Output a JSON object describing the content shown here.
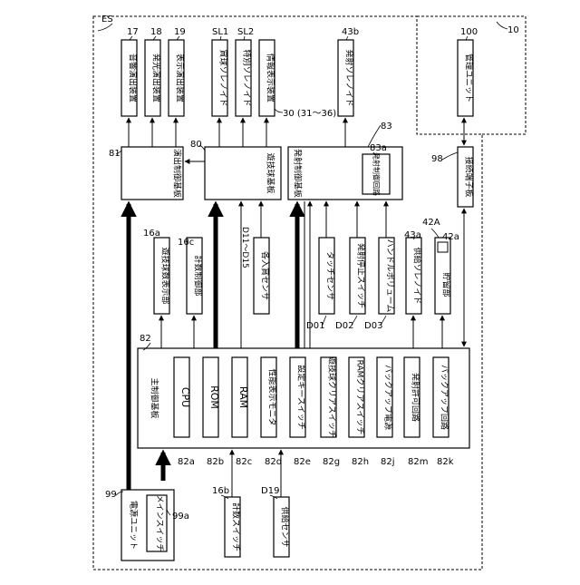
{
  "labels": {
    "es": "ES",
    "ref_10": "10",
    "ref_17": "17",
    "ref_18": "18",
    "ref_19": "19",
    "ref_sl1": "SL1",
    "ref_sl2": "SL2",
    "ref_43b": "43b",
    "ref_100": "100",
    "ref_30": "30 (31～36)",
    "ref_81": "81",
    "ref_80": "80",
    "ref_83": "83",
    "ref_83a": "83a",
    "ref_98": "98",
    "ref_16a": "16a",
    "ref_16c": "16c",
    "ref_d11": "D11～D15",
    "ref_43a": "43a",
    "ref_42A": "42A",
    "ref_42a": "42a",
    "ref_d01": "D01",
    "ref_d02": "D02",
    "ref_d03": "D03",
    "ref_82": "82",
    "ref_99": "99",
    "ref_99a": "99a",
    "ref_16b": "16b",
    "ref_d19": "D19",
    "ref_82a": "82a",
    "ref_82b": "82b",
    "ref_82c": "82c",
    "ref_82d": "82d",
    "ref_82e": "82e",
    "ref_82g": "82g",
    "ref_82h": "82h",
    "ref_82j": "82j",
    "ref_82m": "82m",
    "ref_82k": "82k"
  },
  "boxes": {
    "sound": "音響演出装置",
    "light": "発光演出装置",
    "display": "表示演出装置",
    "sl_sol": "賞球ソレノイド",
    "close_sol": "特別ソレノイド",
    "info": "情報表示装置",
    "fire_sol": "発射ソレノイド",
    "mgmt": "管理ユニット",
    "perf_board": "演出制御基板",
    "prize_board": "遊技球基板",
    "fire_board": "発射制御基板",
    "fire_circuit": "発射制御回路",
    "term_board": "接続端子板",
    "ball_disp": "遊技球数表示部",
    "count_ctrl": "計数制御部",
    "entry_sensor": "各入賞センサ",
    "touch": "タッチセンサ",
    "stop_sw": "発射停止スイッチ",
    "volume": "ハンドルボリューム",
    "feed_sol": "供給ソレノイド",
    "storage": "貯留部",
    "main_board": "主制御基板",
    "cpu": "CPU",
    "rom": "ROM",
    "ram": "RAM",
    "perf_monitor": "性能表示モニタ",
    "removal_sw": "設定キースイッチ",
    "game_clear": "遊技球クリアスイッチ",
    "ram_clear": "RAMクリアスイッチ",
    "backup_power": "バックアップ電源",
    "fire_permit": "発射許可回路",
    "backup_circuit": "バックアップ回路",
    "power_unit": "電源ユニット",
    "main_switch": "メインスイッチ",
    "count_switch": "計数スイッチ",
    "feed_sensor": "供給センサ"
  }
}
